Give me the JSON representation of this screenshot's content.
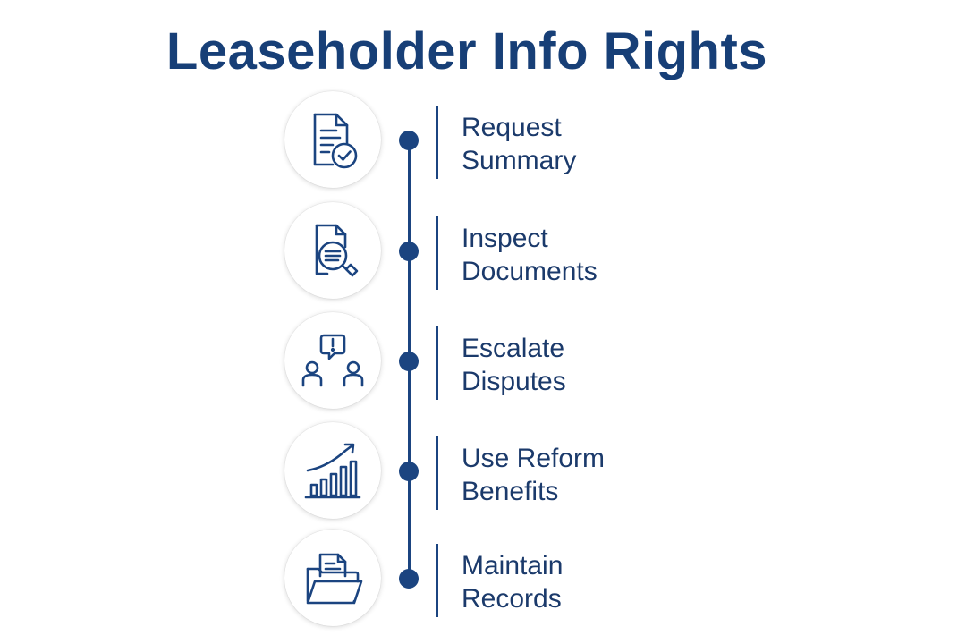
{
  "title": "Leaseholder Info Rights",
  "steps": [
    {
      "line1": "Request",
      "line2": "Summary",
      "icon": "document-check-icon"
    },
    {
      "line1": "Inspect",
      "line2": "Documents",
      "icon": "document-search-icon"
    },
    {
      "line1": "Escalate",
      "line2": "Disputes",
      "icon": "people-alert-icon"
    },
    {
      "line1": "Use Reform",
      "line2": "Benefits",
      "icon": "growth-chart-icon"
    },
    {
      "line1": "Maintain",
      "line2": "Records",
      "icon": "folder-document-icon"
    }
  ],
  "colors": {
    "primary": "#1b3a6b",
    "title": "#173f77",
    "accent": "#1b4480"
  }
}
